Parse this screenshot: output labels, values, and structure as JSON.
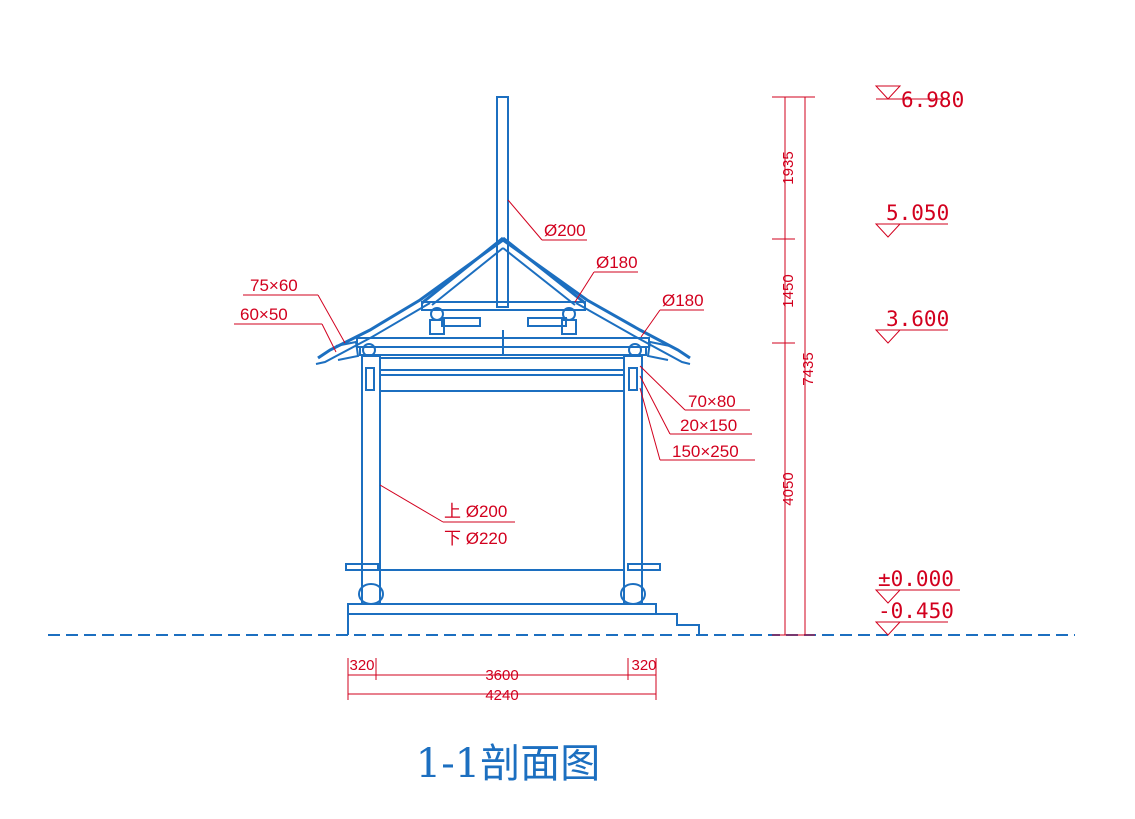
{
  "title": "1-1剖面图",
  "vertical_dims": {
    "segments": [
      "1935",
      "1450",
      "4050"
    ],
    "total": "7435"
  },
  "horizontal_dims": {
    "left": "320",
    "middle": "3600",
    "right": "320",
    "total": "4240"
  },
  "levels": {
    "l1": "6.980",
    "l2": "5.050",
    "l3": "3.600",
    "l4": "±0.000",
    "l5": "-0.450"
  },
  "annotations": {
    "post_top": "Ø200",
    "purlin_upper": "Ø180",
    "purlin_lower": "Ø180",
    "rafter_1": "75×60",
    "rafter_2": "60×50",
    "beam_1": "70×80",
    "beam_2": "20×150",
    "beam_3": "150×250",
    "column_upper": "上 Ø200",
    "column_lower": "下 Ø220"
  },
  "colors": {
    "structure": "#1c6fc0",
    "dimension": "#d2001e"
  }
}
